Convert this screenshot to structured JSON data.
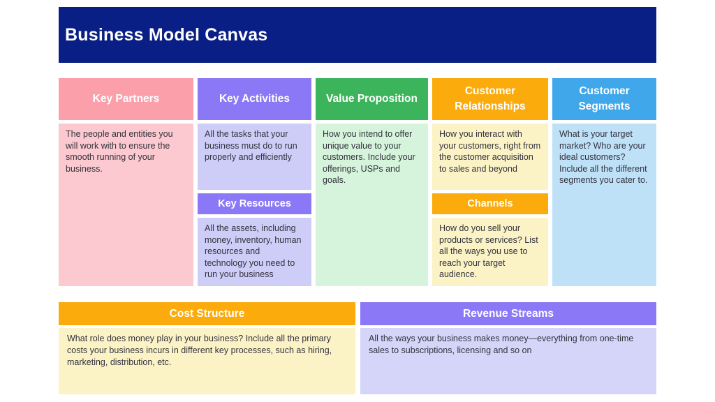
{
  "header": {
    "title": "Business Model Canvas"
  },
  "colors": {
    "title_bar_bg": "#0A1F85",
    "title_text": "#ffffff",
    "pink_header": "#FB9FAA",
    "pink_body": "#FBC9CF",
    "purple_header": "#8B78F7",
    "purple_body": "#CECDF8",
    "green_header": "#3CB45C",
    "green_body": "#D5F4DB",
    "orange_header": "#FBAB0B",
    "yellow_body": "#FBF3C6",
    "blue_header": "#40A7EB",
    "blue_body": "#BEE1F8",
    "lavender_body": "#D4D5F9",
    "body_text": "#33323D"
  },
  "columns": [
    {
      "header": "Key Partners",
      "body": "The people and entities you will work with to ensure the smooth running of your business."
    },
    {
      "header": "Key Activities",
      "body": "All the tasks that your business must do to run properly and efficiently",
      "sub_header": "Key Resources",
      "sub_body": "All the assets, including money, inventory, human resources and technology you need to run your business"
    },
    {
      "header": "Value Proposition",
      "body": "How you intend to offer unique value to your customers. Include your offerings, USPs and goals."
    },
    {
      "header": "Customer Relationships",
      "body": "How you interact with your customers, right from the customer acquisition to sales and beyond",
      "sub_header": "Channels",
      "sub_body": "How do you sell your products or services? List all the ways you use to reach your target audience."
    },
    {
      "header": "Customer Segments",
      "body": "What is your target market? Who are your ideal customers? Include all the different segments you cater to."
    }
  ],
  "bottom": [
    {
      "header": "Cost Structure",
      "body": "What role does money play in your business? Include all the primary costs your business incurs in different key processes, such as hiring, marketing, distribution, etc."
    },
    {
      "header": "Revenue Streams",
      "body": "All the ways your business makes money—everything from one-time sales to subscriptions, licensing and so on"
    }
  ]
}
